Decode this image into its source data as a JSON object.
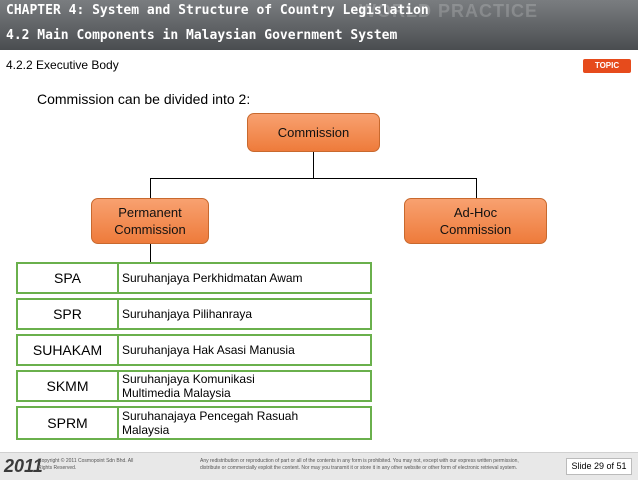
{
  "header": {
    "chapter": "CHAPTER 4: System and Structure of Country Legislation",
    "section": "4.2 Main Components in Malaysian Government System",
    "watermark": "WORLD PRACTICE"
  },
  "subheading": "4.2.2  Executive Body",
  "topic_button": "TOPIC",
  "intro": "Commission can be divided into 2:",
  "chart": {
    "root": "Commission",
    "permanent": "Permanent\nCommission",
    "adhoc": "Ad-Hoc\nCommission",
    "rows": [
      {
        "abbr": "SPA",
        "full": "Suruhanjaya Perkhidmatan Awam"
      },
      {
        "abbr": "SPR",
        "full": "Suruhanjaya Pilihanraya"
      },
      {
        "abbr": "SUHAKAM",
        "full": "Suruhanjaya Hak Asasi Manusia"
      },
      {
        "abbr": "SKMM",
        "full": "Suruhanjaya Komunikasi\nMultimedia Malaysia"
      },
      {
        "abbr": "SPRM",
        "full": "Suruhanajaya Pencegah Rasuah\nMalaysia"
      }
    ]
  },
  "colors": {
    "box_fill": "#f28c4e",
    "green_border": "#6ab04c",
    "topic": "#e64b1c"
  },
  "footer": {
    "year": "2011",
    "copyright": "Copyright © 2011 Cosmopoint Sdn Bhd. All Rights Reserved.",
    "legal": "Any redistribution or reproduction of part or all of the contents in any form is prohibited. You may not, except with our express written permission, distribute or commercially exploit the content. Nor may you transmit it or store it in any other website or other form of electronic retrieval system.",
    "slide": "Slide 29 of 51"
  }
}
